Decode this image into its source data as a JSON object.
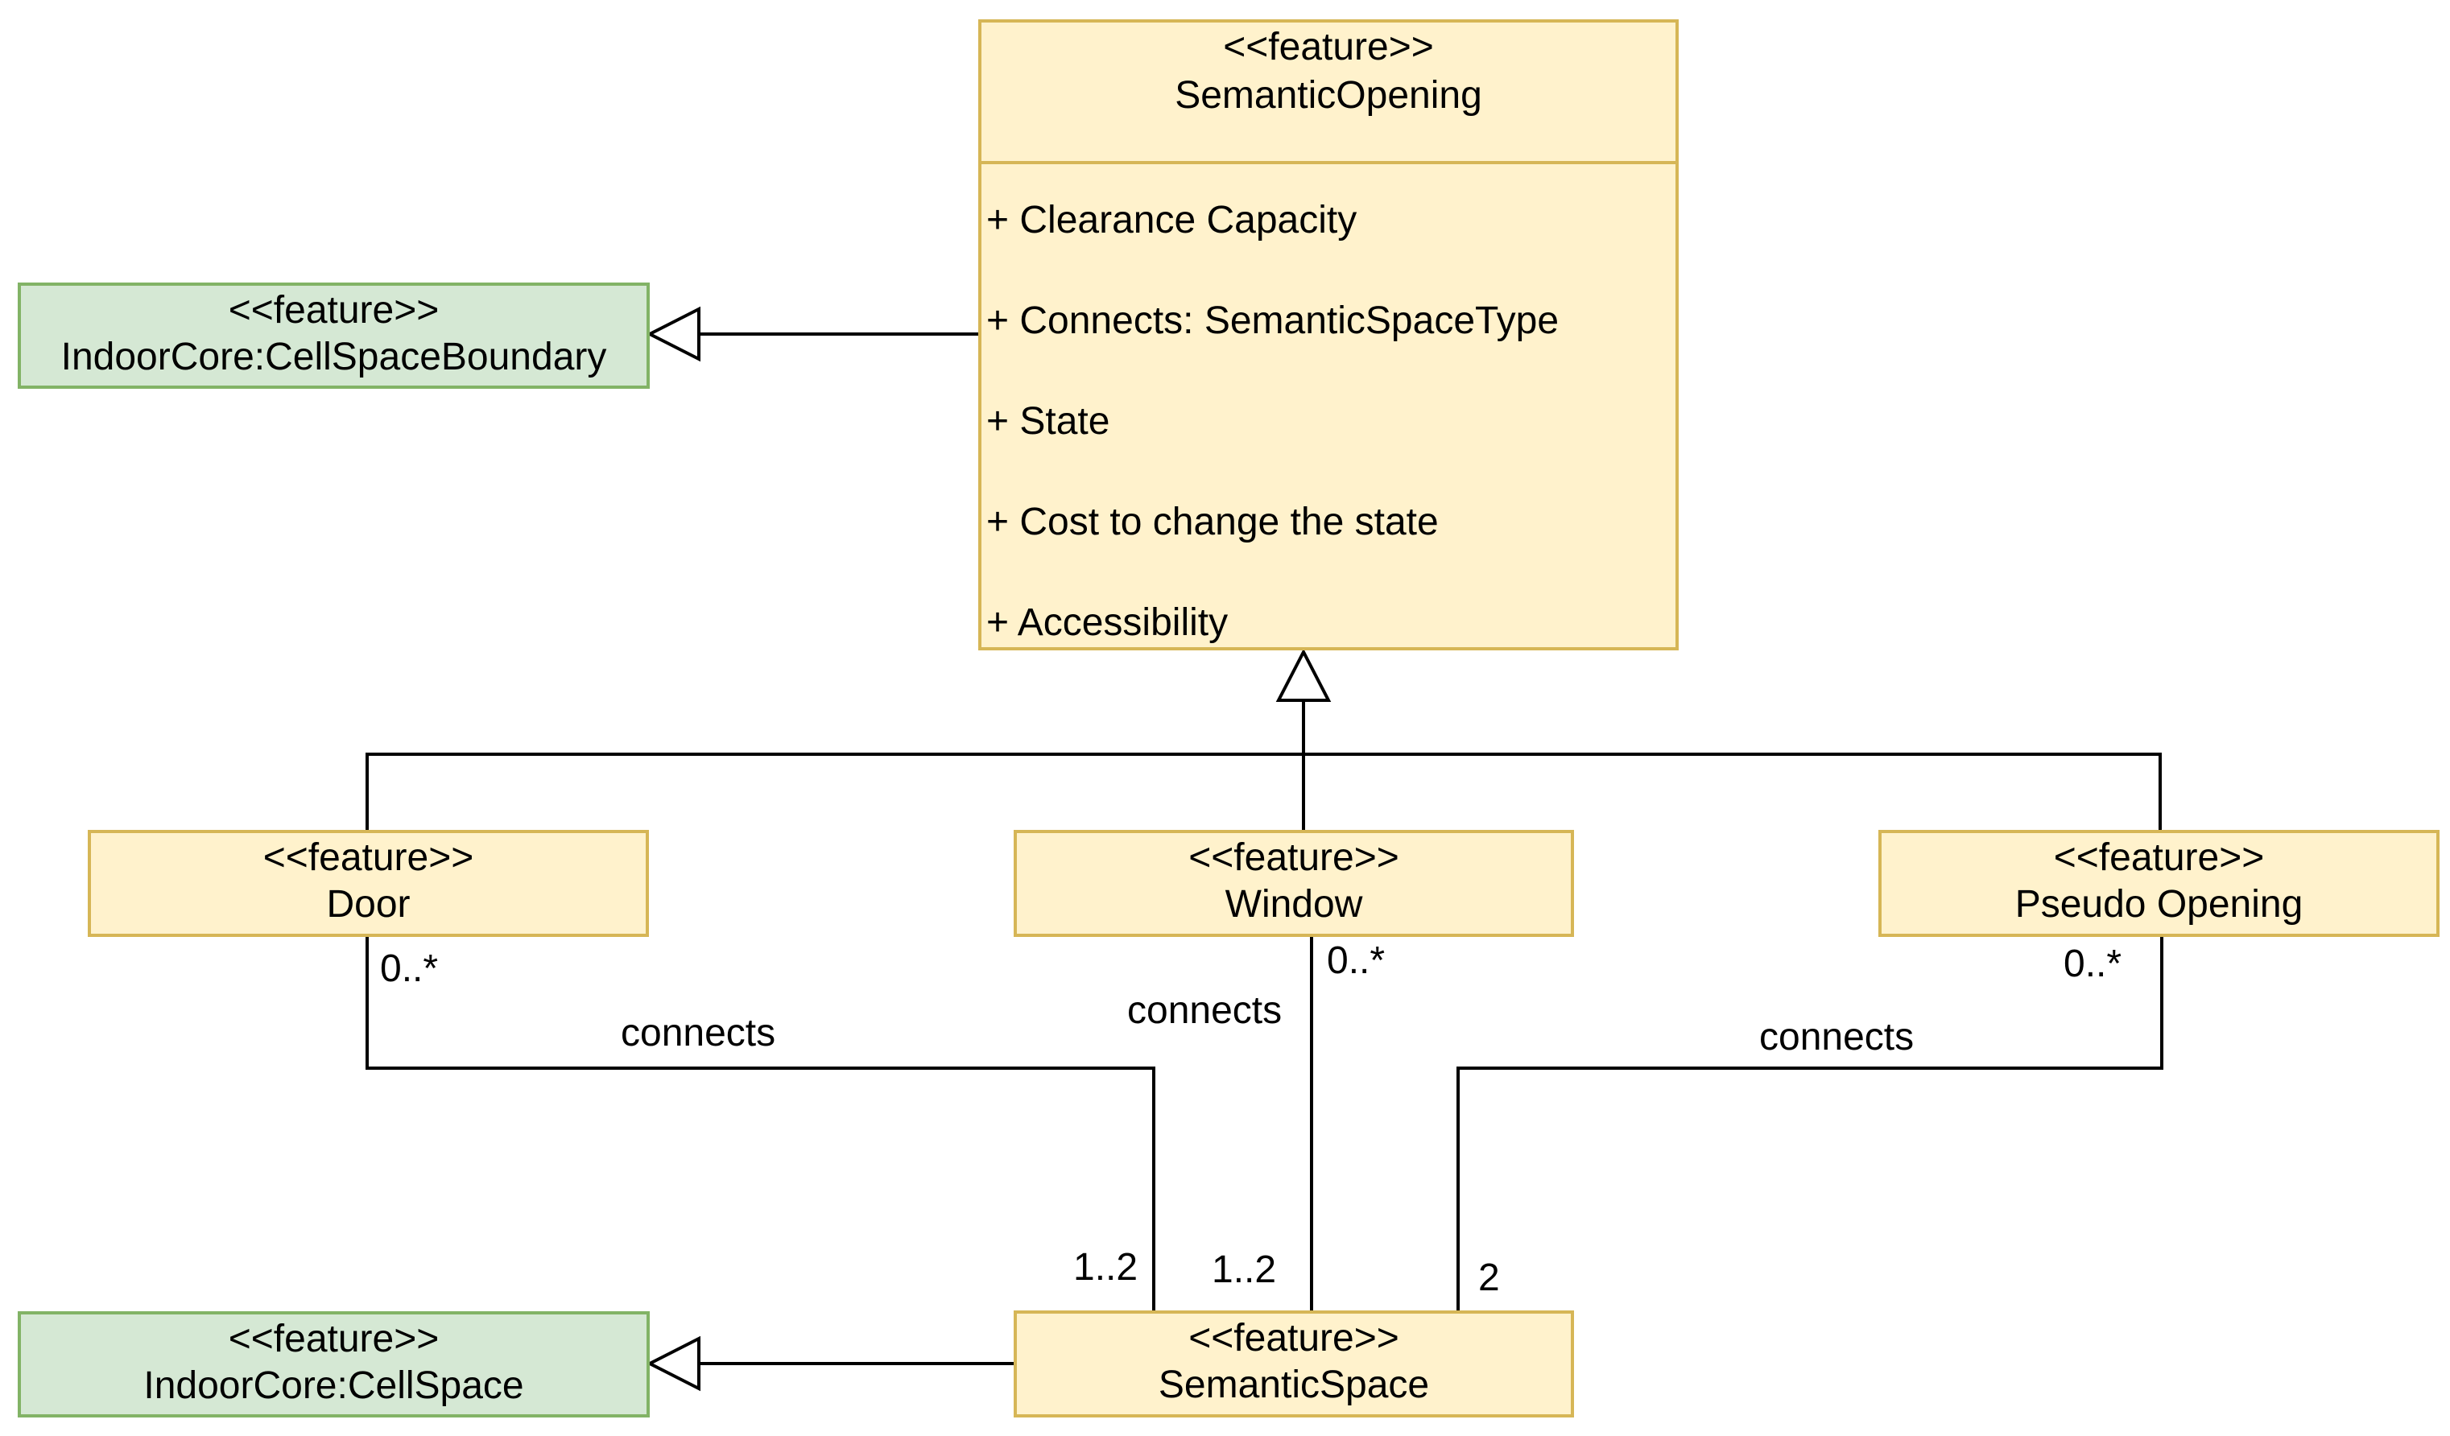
{
  "diagram": {
    "semantic_opening": {
      "stereotype": "<<feature>>",
      "name": "SemanticOpening",
      "attributes": [
        "+ Clearance Capacity",
        "+ Connects: SemanticSpaceType",
        "+ State",
        "+ Cost to change the state",
        "+ Accessibility"
      ]
    },
    "cell_space_boundary": {
      "stereotype": "<<feature>>",
      "name": "IndoorCore:CellSpaceBoundary"
    },
    "door": {
      "stereotype": "<<feature>>",
      "name": "Door"
    },
    "window": {
      "stereotype": "<<feature>>",
      "name": "Window"
    },
    "pseudo_opening": {
      "stereotype": "<<feature>>",
      "name": "Pseudo Opening"
    },
    "cell_space": {
      "stereotype": "<<feature>>",
      "name": "IndoorCore:CellSpace"
    },
    "semantic_space": {
      "stereotype": "<<feature>>",
      "name": "SemanticSpace"
    },
    "associations": {
      "door": {
        "label": "connects",
        "source_multiplicity": "0..*",
        "target_multiplicity": "1..2"
      },
      "window": {
        "label": "connects",
        "source_multiplicity": "0..*",
        "target_multiplicity": "1..2"
      },
      "pseudo_opening": {
        "label": "connects",
        "source_multiplicity": "0..*",
        "target_multiplicity": "2"
      }
    },
    "colors": {
      "feature_fill": "#fff2cc",
      "feature_stroke": "#d6b656",
      "external_fill": "#d5e8d4",
      "external_stroke": "#82b366",
      "line": "#000000"
    }
  }
}
